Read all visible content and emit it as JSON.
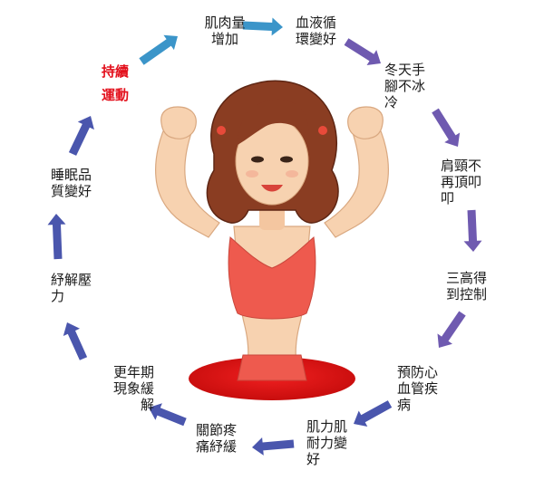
{
  "colors": {
    "arrow_blue": "#3b95c9",
    "arrow_purple": "#6f5ab0",
    "arrow_navy": "#4a56ad",
    "emphasis_red": "#e3101c",
    "skin": "#f7d2b0",
    "hair": "#8a3d22",
    "top": "#ee5a4e",
    "shadow": "#e11b1b"
  },
  "cycle": [
    {
      "lines": [
        "肌肉量",
        "增加"
      ],
      "arrow": "blue"
    },
    {
      "lines": [
        "血液循",
        "環變好"
      ],
      "arrow": "purple"
    },
    {
      "lines": [
        "冬天手",
        "腳不冰",
        "冷"
      ],
      "arrow": "purple"
    },
    {
      "lines": [
        "肩頸不",
        "再頂叩",
        "叩"
      ],
      "arrow": "purple"
    },
    {
      "lines": [
        "三高得",
        "到控制"
      ],
      "arrow": "purple"
    },
    {
      "lines": [
        "預防心",
        "血管疾",
        "病"
      ],
      "arrow": "purple"
    },
    {
      "lines": [
        "肌力肌",
        "耐力變",
        "好"
      ],
      "arrow": "navy"
    },
    {
      "lines": [
        "關節疼",
        "痛紓緩"
      ],
      "arrow": "navy"
    },
    {
      "lines": [
        "更年期",
        "現象緩",
        "解"
      ],
      "arrow": "navy"
    },
    {
      "lines": [
        "紓解壓",
        "力"
      ],
      "arrow": "navy"
    },
    {
      "lines": [
        "睡眠品",
        "質變好"
      ],
      "arrow": "navy"
    },
    {
      "lines": [
        "持續",
        "運動"
      ],
      "arrow": "blue",
      "emphasis": true
    }
  ],
  "figure_icon": "woman-flexing-arms"
}
